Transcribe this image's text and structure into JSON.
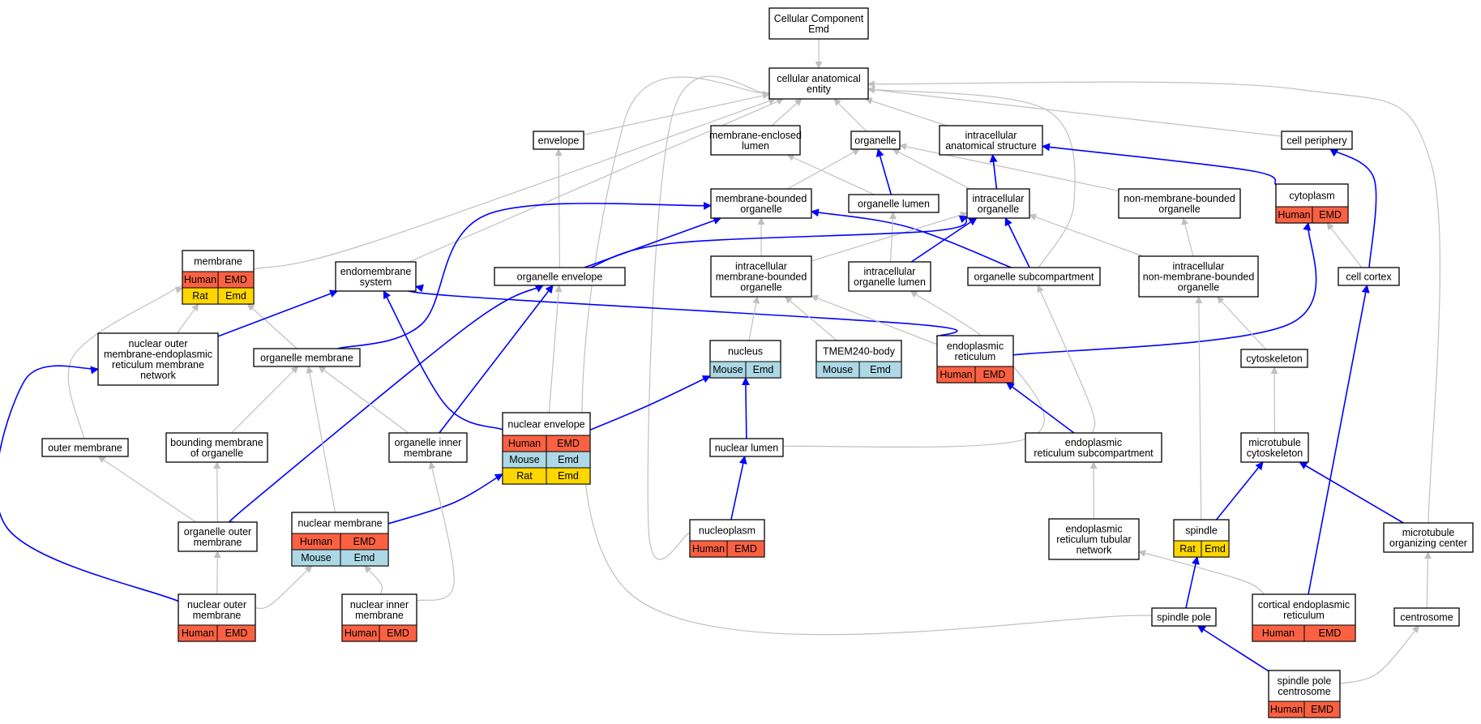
{
  "title_lines": [
    "Cellular Component",
    "Emd"
  ],
  "colors": {
    "human": "#fa6142",
    "mouse": "#add8e6",
    "rat": "#ffd700",
    "positive_edge": "#0000ff",
    "neutral_edge": "#c0c0c0"
  },
  "nodes": [
    {
      "id": "root",
      "lines": [
        "Cellular Component",
        "Emd"
      ],
      "annotations": []
    },
    {
      "id": "cae",
      "lines": [
        "cellular anatomical",
        "entity"
      ],
      "annotations": []
    },
    {
      "id": "envelope",
      "lines": [
        "envelope"
      ],
      "annotations": []
    },
    {
      "id": "mel",
      "lines": [
        "membrane-enclosed",
        "lumen"
      ],
      "annotations": []
    },
    {
      "id": "organelle",
      "lines": [
        "organelle"
      ],
      "annotations": []
    },
    {
      "id": "ias",
      "lines": [
        "intracellular",
        "anatomical structure"
      ],
      "annotations": []
    },
    {
      "id": "cp",
      "lines": [
        "cell periphery"
      ],
      "annotations": []
    },
    {
      "id": "mbo",
      "lines": [
        "membrane-bounded",
        "organelle"
      ],
      "annotations": []
    },
    {
      "id": "olumen",
      "lines": [
        "organelle lumen"
      ],
      "annotations": []
    },
    {
      "id": "io",
      "lines": [
        "intracellular",
        "organelle"
      ],
      "annotations": []
    },
    {
      "id": "nmbo",
      "lines": [
        "non-membrane-bounded",
        "organelle"
      ],
      "annotations": []
    },
    {
      "id": "cytoplasm",
      "lines": [
        "cytoplasm"
      ],
      "annotations": [
        [
          "Human",
          "EMD",
          "human"
        ]
      ]
    },
    {
      "id": "membrane",
      "lines": [
        "membrane"
      ],
      "annotations": [
        [
          "Human",
          "EMD",
          "human"
        ],
        [
          "Rat",
          "Emd",
          "rat"
        ]
      ]
    },
    {
      "id": "endo",
      "lines": [
        "endomembrane",
        "system"
      ],
      "annotations": []
    },
    {
      "id": "oenv",
      "lines": [
        "organelle envelope"
      ],
      "annotations": []
    },
    {
      "id": "imbo",
      "lines": [
        "intracellular",
        "membrane-bounded",
        "organelle"
      ],
      "annotations": []
    },
    {
      "id": "iol",
      "lines": [
        "intracellular",
        "organelle lumen"
      ],
      "annotations": []
    },
    {
      "id": "osub",
      "lines": [
        "organelle subcompartment"
      ],
      "annotations": []
    },
    {
      "id": "inmbo",
      "lines": [
        "intracellular",
        "non-membrane-bounded",
        "organelle"
      ],
      "annotations": []
    },
    {
      "id": "cc",
      "lines": [
        "cell cortex"
      ],
      "annotations": []
    },
    {
      "id": "nomer",
      "lines": [
        "nuclear outer",
        "membrane-endoplasmic",
        "reticulum membrane",
        "network"
      ],
      "annotations": []
    },
    {
      "id": "omem",
      "lines": [
        "organelle membrane"
      ],
      "annotations": []
    },
    {
      "id": "nucleus",
      "lines": [
        "nucleus"
      ],
      "annotations": [
        [
          "Mouse",
          "Emd",
          "mouse"
        ]
      ]
    },
    {
      "id": "tmem",
      "lines": [
        "TMEM240-body"
      ],
      "annotations": [
        [
          "Mouse",
          "Emd",
          "mouse"
        ]
      ]
    },
    {
      "id": "er",
      "lines": [
        "endoplasmic",
        "reticulum"
      ],
      "annotations": [
        [
          "Human",
          "EMD",
          "human"
        ]
      ]
    },
    {
      "id": "cytosk",
      "lines": [
        "cytoskeleton"
      ],
      "annotations": []
    },
    {
      "id": "outm",
      "lines": [
        "outer membrane"
      ],
      "annotations": []
    },
    {
      "id": "bmo",
      "lines": [
        "bounding membrane",
        "of organelle"
      ],
      "annotations": []
    },
    {
      "id": "oim",
      "lines": [
        "organelle inner",
        "membrane"
      ],
      "annotations": []
    },
    {
      "id": "nenv",
      "lines": [
        "nuclear envelope"
      ],
      "annotations": [
        [
          "Human",
          "EMD",
          "human"
        ],
        [
          "Mouse",
          "Emd",
          "mouse"
        ],
        [
          "Rat",
          "Emd",
          "rat"
        ]
      ]
    },
    {
      "id": "nlumen",
      "lines": [
        "nuclear lumen"
      ],
      "annotations": []
    },
    {
      "id": "ersub",
      "lines": [
        "endoplasmic",
        "reticulum subcompartment"
      ],
      "annotations": []
    },
    {
      "id": "mtcs",
      "lines": [
        "microtubule",
        "cytoskeleton"
      ],
      "annotations": []
    },
    {
      "id": "oom",
      "lines": [
        "organelle outer",
        "membrane"
      ],
      "annotations": []
    },
    {
      "id": "nmem",
      "lines": [
        "nuclear membrane"
      ],
      "annotations": [
        [
          "Human",
          "EMD",
          "human"
        ],
        [
          "Mouse",
          "Emd",
          "mouse"
        ]
      ]
    },
    {
      "id": "nucleoplasm",
      "lines": [
        "nucleoplasm"
      ],
      "annotations": [
        [
          "Human",
          "EMD",
          "human"
        ]
      ]
    },
    {
      "id": "ertn",
      "lines": [
        "endoplasmic",
        "reticulum tubular",
        "network"
      ],
      "annotations": []
    },
    {
      "id": "spindle",
      "lines": [
        "spindle"
      ],
      "annotations": [
        [
          "Rat",
          "Emd",
          "rat"
        ]
      ]
    },
    {
      "id": "mtoc",
      "lines": [
        "microtubule",
        "organizing center"
      ],
      "annotations": []
    },
    {
      "id": "nom",
      "lines": [
        "nuclear outer",
        "membrane"
      ],
      "annotations": [
        [
          "Human",
          "EMD",
          "human"
        ]
      ]
    },
    {
      "id": "nim",
      "lines": [
        "nuclear inner",
        "membrane"
      ],
      "annotations": [
        [
          "Human",
          "EMD",
          "human"
        ]
      ]
    },
    {
      "id": "cer",
      "lines": [
        "cortical endoplasmic",
        "reticulum"
      ],
      "annotations": [
        [
          "Human",
          "EMD",
          "human"
        ]
      ]
    },
    {
      "id": "spole",
      "lines": [
        "spindle pole"
      ],
      "annotations": []
    },
    {
      "id": "centrosome",
      "lines": [
        "centrosome"
      ],
      "annotations": []
    },
    {
      "id": "spc",
      "lines": [
        "spindle pole",
        "centrosome"
      ],
      "annotations": [
        [
          "Human",
          "EMD",
          "human"
        ]
      ]
    }
  ],
  "edges": [
    [
      "root",
      "cae",
      "neutral"
    ],
    [
      "envelope",
      "cae",
      "neutral"
    ],
    [
      "mel",
      "cae",
      "neutral"
    ],
    [
      "organelle",
      "cae",
      "neutral"
    ],
    [
      "ias",
      "cae",
      "neutral"
    ],
    [
      "cp",
      "cae",
      "neutral"
    ],
    [
      "membrane",
      "cae",
      "neutral"
    ],
    [
      "endo",
      "cae",
      "neutral"
    ],
    [
      "osub",
      "cae",
      "neutral"
    ],
    [
      "spole",
      "cae",
      "neutral"
    ],
    [
      "nucleoplasm",
      "cae",
      "neutral"
    ],
    [
      "mtoc",
      "cae",
      "neutral"
    ],
    [
      "olumen",
      "mel",
      "neutral"
    ],
    [
      "olumen",
      "organelle",
      "positive"
    ],
    [
      "mbo",
      "organelle",
      "neutral"
    ],
    [
      "io",
      "organelle",
      "neutral"
    ],
    [
      "nmbo",
      "organelle",
      "neutral"
    ],
    [
      "io",
      "ias",
      "positive"
    ],
    [
      "cytoplasm",
      "ias",
      "positive"
    ],
    [
      "cc",
      "cp",
      "positive"
    ],
    [
      "oenv",
      "envelope",
      "neutral"
    ],
    [
      "oenv",
      "mbo",
      "positive"
    ],
    [
      "omem",
      "mbo",
      "positive"
    ],
    [
      "imbo",
      "mbo",
      "neutral"
    ],
    [
      "osub",
      "mbo",
      "positive"
    ],
    [
      "iol",
      "olumen",
      "neutral"
    ],
    [
      "iol",
      "io",
      "positive"
    ],
    [
      "osub",
      "io",
      "positive"
    ],
    [
      "inmbo",
      "io",
      "neutral"
    ],
    [
      "imbo",
      "io",
      "neutral"
    ],
    [
      "oenv",
      "io",
      "positive"
    ],
    [
      "inmbo",
      "nmbo",
      "neutral"
    ],
    [
      "cc",
      "cytoplasm",
      "neutral"
    ],
    [
      "er",
      "cytoplasm",
      "positive"
    ],
    [
      "nomer",
      "membrane",
      "neutral"
    ],
    [
      "omem",
      "membrane",
      "neutral"
    ],
    [
      "outm",
      "membrane",
      "neutral"
    ],
    [
      "nomer",
      "endo",
      "positive"
    ],
    [
      "nenv",
      "endo",
      "positive"
    ],
    [
      "er",
      "endo",
      "positive"
    ],
    [
      "nenv",
      "oenv",
      "neutral"
    ],
    [
      "oim",
      "oenv",
      "positive"
    ],
    [
      "oom",
      "oenv",
      "positive"
    ],
    [
      "nucleus",
      "imbo",
      "neutral"
    ],
    [
      "tmem",
      "imbo",
      "neutral"
    ],
    [
      "er",
      "imbo",
      "neutral"
    ],
    [
      "nlumen",
      "iol",
      "neutral"
    ],
    [
      "ersub",
      "osub",
      "neutral"
    ],
    [
      "cytosk",
      "inmbo",
      "neutral"
    ],
    [
      "spindle",
      "inmbo",
      "neutral"
    ],
    [
      "cer",
      "cc",
      "positive"
    ],
    [
      "nom",
      "nomer",
      "positive"
    ],
    [
      "bmo",
      "omem",
      "neutral"
    ],
    [
      "oim",
      "omem",
      "neutral"
    ],
    [
      "nmem",
      "omem",
      "neutral"
    ],
    [
      "nenv",
      "nucleus",
      "positive"
    ],
    [
      "nlumen",
      "nucleus",
      "positive"
    ],
    [
      "ersub",
      "er",
      "positive"
    ],
    [
      "mtcs",
      "cytosk",
      "neutral"
    ],
    [
      "oom",
      "outm",
      "neutral"
    ],
    [
      "oom",
      "bmo",
      "neutral"
    ],
    [
      "nmem",
      "nenv",
      "positive"
    ],
    [
      "nucleoplasm",
      "nlumen",
      "positive"
    ],
    [
      "ertn",
      "ersub",
      "neutral"
    ],
    [
      "spindle",
      "mtcs",
      "positive"
    ],
    [
      "mtoc",
      "mtcs",
      "positive"
    ],
    [
      "nom",
      "oom",
      "neutral"
    ],
    [
      "nom",
      "nmem",
      "neutral"
    ],
    [
      "nim",
      "nmem",
      "neutral"
    ],
    [
      "nim",
      "oim",
      "neutral"
    ],
    [
      "cer",
      "ertn",
      "neutral"
    ],
    [
      "spole",
      "spindle",
      "positive"
    ],
    [
      "centrosome",
      "mtoc",
      "neutral"
    ],
    [
      "spc",
      "spole",
      "positive"
    ],
    [
      "spc",
      "centrosome",
      "neutral"
    ]
  ]
}
